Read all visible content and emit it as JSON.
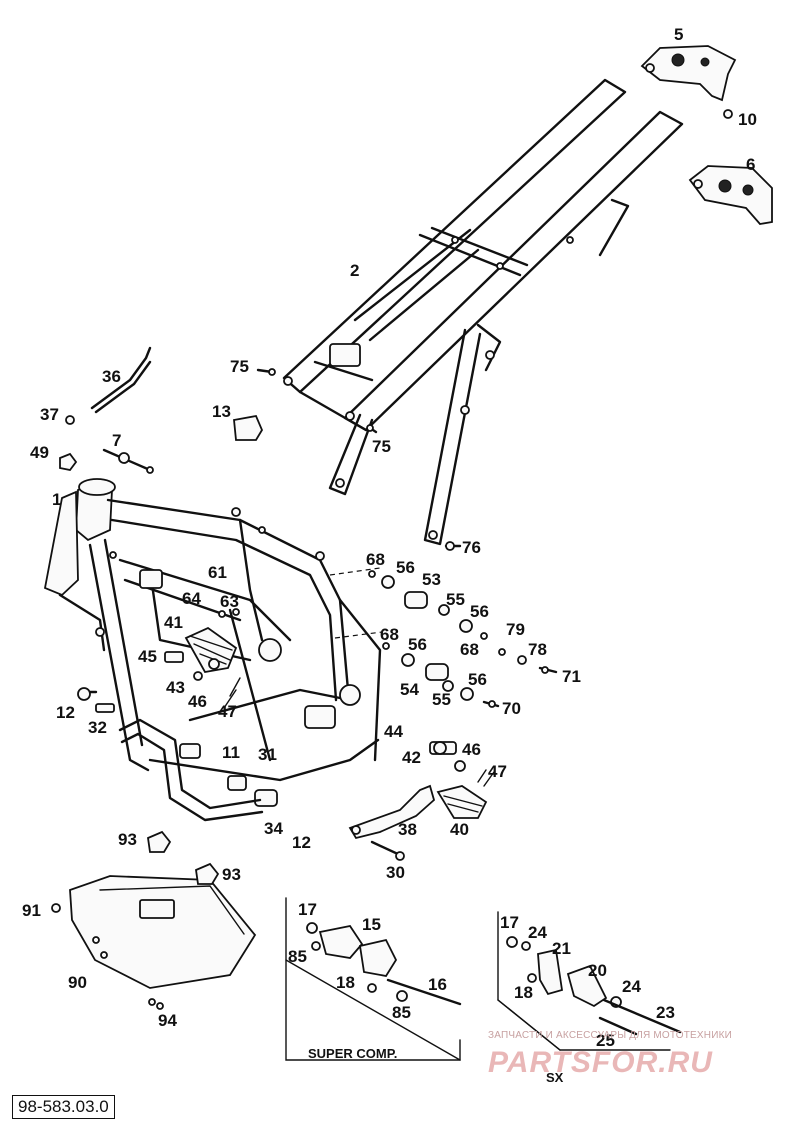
{
  "drawing_code": "98-583.03.0",
  "watermark": {
    "caption": "ЗАПЧАСТИ И АКСЕССУАРЫ ДЛЯ МОТОТЕХНИКИ",
    "logo": "PARTSFOR.RU"
  },
  "groups": {
    "super_comp": "SUPER COMP.",
    "sx": "SX"
  },
  "callouts": [
    {
      "id": "5",
      "text": "5"
    },
    {
      "id": "10",
      "text": "10"
    },
    {
      "id": "6",
      "text": "6"
    },
    {
      "id": "2",
      "text": "2"
    },
    {
      "id": "36",
      "text": "36"
    },
    {
      "id": "75a",
      "text": "75"
    },
    {
      "id": "37",
      "text": "37"
    },
    {
      "id": "13",
      "text": "13"
    },
    {
      "id": "75b",
      "text": "75"
    },
    {
      "id": "7",
      "text": "7"
    },
    {
      "id": "49",
      "text": "49"
    },
    {
      "id": "1",
      "text": "1"
    },
    {
      "id": "76",
      "text": "76"
    },
    {
      "id": "68a",
      "text": "68"
    },
    {
      "id": "56a",
      "text": "56"
    },
    {
      "id": "53",
      "text": "53"
    },
    {
      "id": "61",
      "text": "61"
    },
    {
      "id": "55a",
      "text": "55"
    },
    {
      "id": "64",
      "text": "64"
    },
    {
      "id": "63",
      "text": "63"
    },
    {
      "id": "56b",
      "text": "56"
    },
    {
      "id": "41",
      "text": "41"
    },
    {
      "id": "79",
      "text": "79"
    },
    {
      "id": "68b",
      "text": "68"
    },
    {
      "id": "56c",
      "text": "56"
    },
    {
      "id": "68c",
      "text": "68"
    },
    {
      "id": "78",
      "text": "78"
    },
    {
      "id": "45",
      "text": "45"
    },
    {
      "id": "71",
      "text": "71"
    },
    {
      "id": "43",
      "text": "43"
    },
    {
      "id": "56d",
      "text": "56"
    },
    {
      "id": "54",
      "text": "54"
    },
    {
      "id": "46a",
      "text": "46"
    },
    {
      "id": "55b",
      "text": "55"
    },
    {
      "id": "12a",
      "text": "12"
    },
    {
      "id": "47a",
      "text": "47"
    },
    {
      "id": "70",
      "text": "70"
    },
    {
      "id": "32",
      "text": "32"
    },
    {
      "id": "44",
      "text": "44"
    },
    {
      "id": "11",
      "text": "11"
    },
    {
      "id": "31",
      "text": "31"
    },
    {
      "id": "46b",
      "text": "46"
    },
    {
      "id": "42",
      "text": "42"
    },
    {
      "id": "47b",
      "text": "47"
    },
    {
      "id": "34",
      "text": "34"
    },
    {
      "id": "12b",
      "text": "12"
    },
    {
      "id": "38",
      "text": "38"
    },
    {
      "id": "40",
      "text": "40"
    },
    {
      "id": "93a",
      "text": "93"
    },
    {
      "id": "93b",
      "text": "93"
    },
    {
      "id": "30",
      "text": "30"
    },
    {
      "id": "17a",
      "text": "17"
    },
    {
      "id": "15",
      "text": "15"
    },
    {
      "id": "17b",
      "text": "17"
    },
    {
      "id": "24a",
      "text": "24"
    },
    {
      "id": "91",
      "text": "91"
    },
    {
      "id": "85a",
      "text": "85"
    },
    {
      "id": "21",
      "text": "21"
    },
    {
      "id": "20",
      "text": "20"
    },
    {
      "id": "18a",
      "text": "18"
    },
    {
      "id": "16",
      "text": "16"
    },
    {
      "id": "90",
      "text": "90"
    },
    {
      "id": "18b",
      "text": "18"
    },
    {
      "id": "24b",
      "text": "24"
    },
    {
      "id": "23",
      "text": "23"
    },
    {
      "id": "85b",
      "text": "85"
    },
    {
      "id": "94",
      "text": "94"
    },
    {
      "id": "25",
      "text": "25"
    }
  ]
}
